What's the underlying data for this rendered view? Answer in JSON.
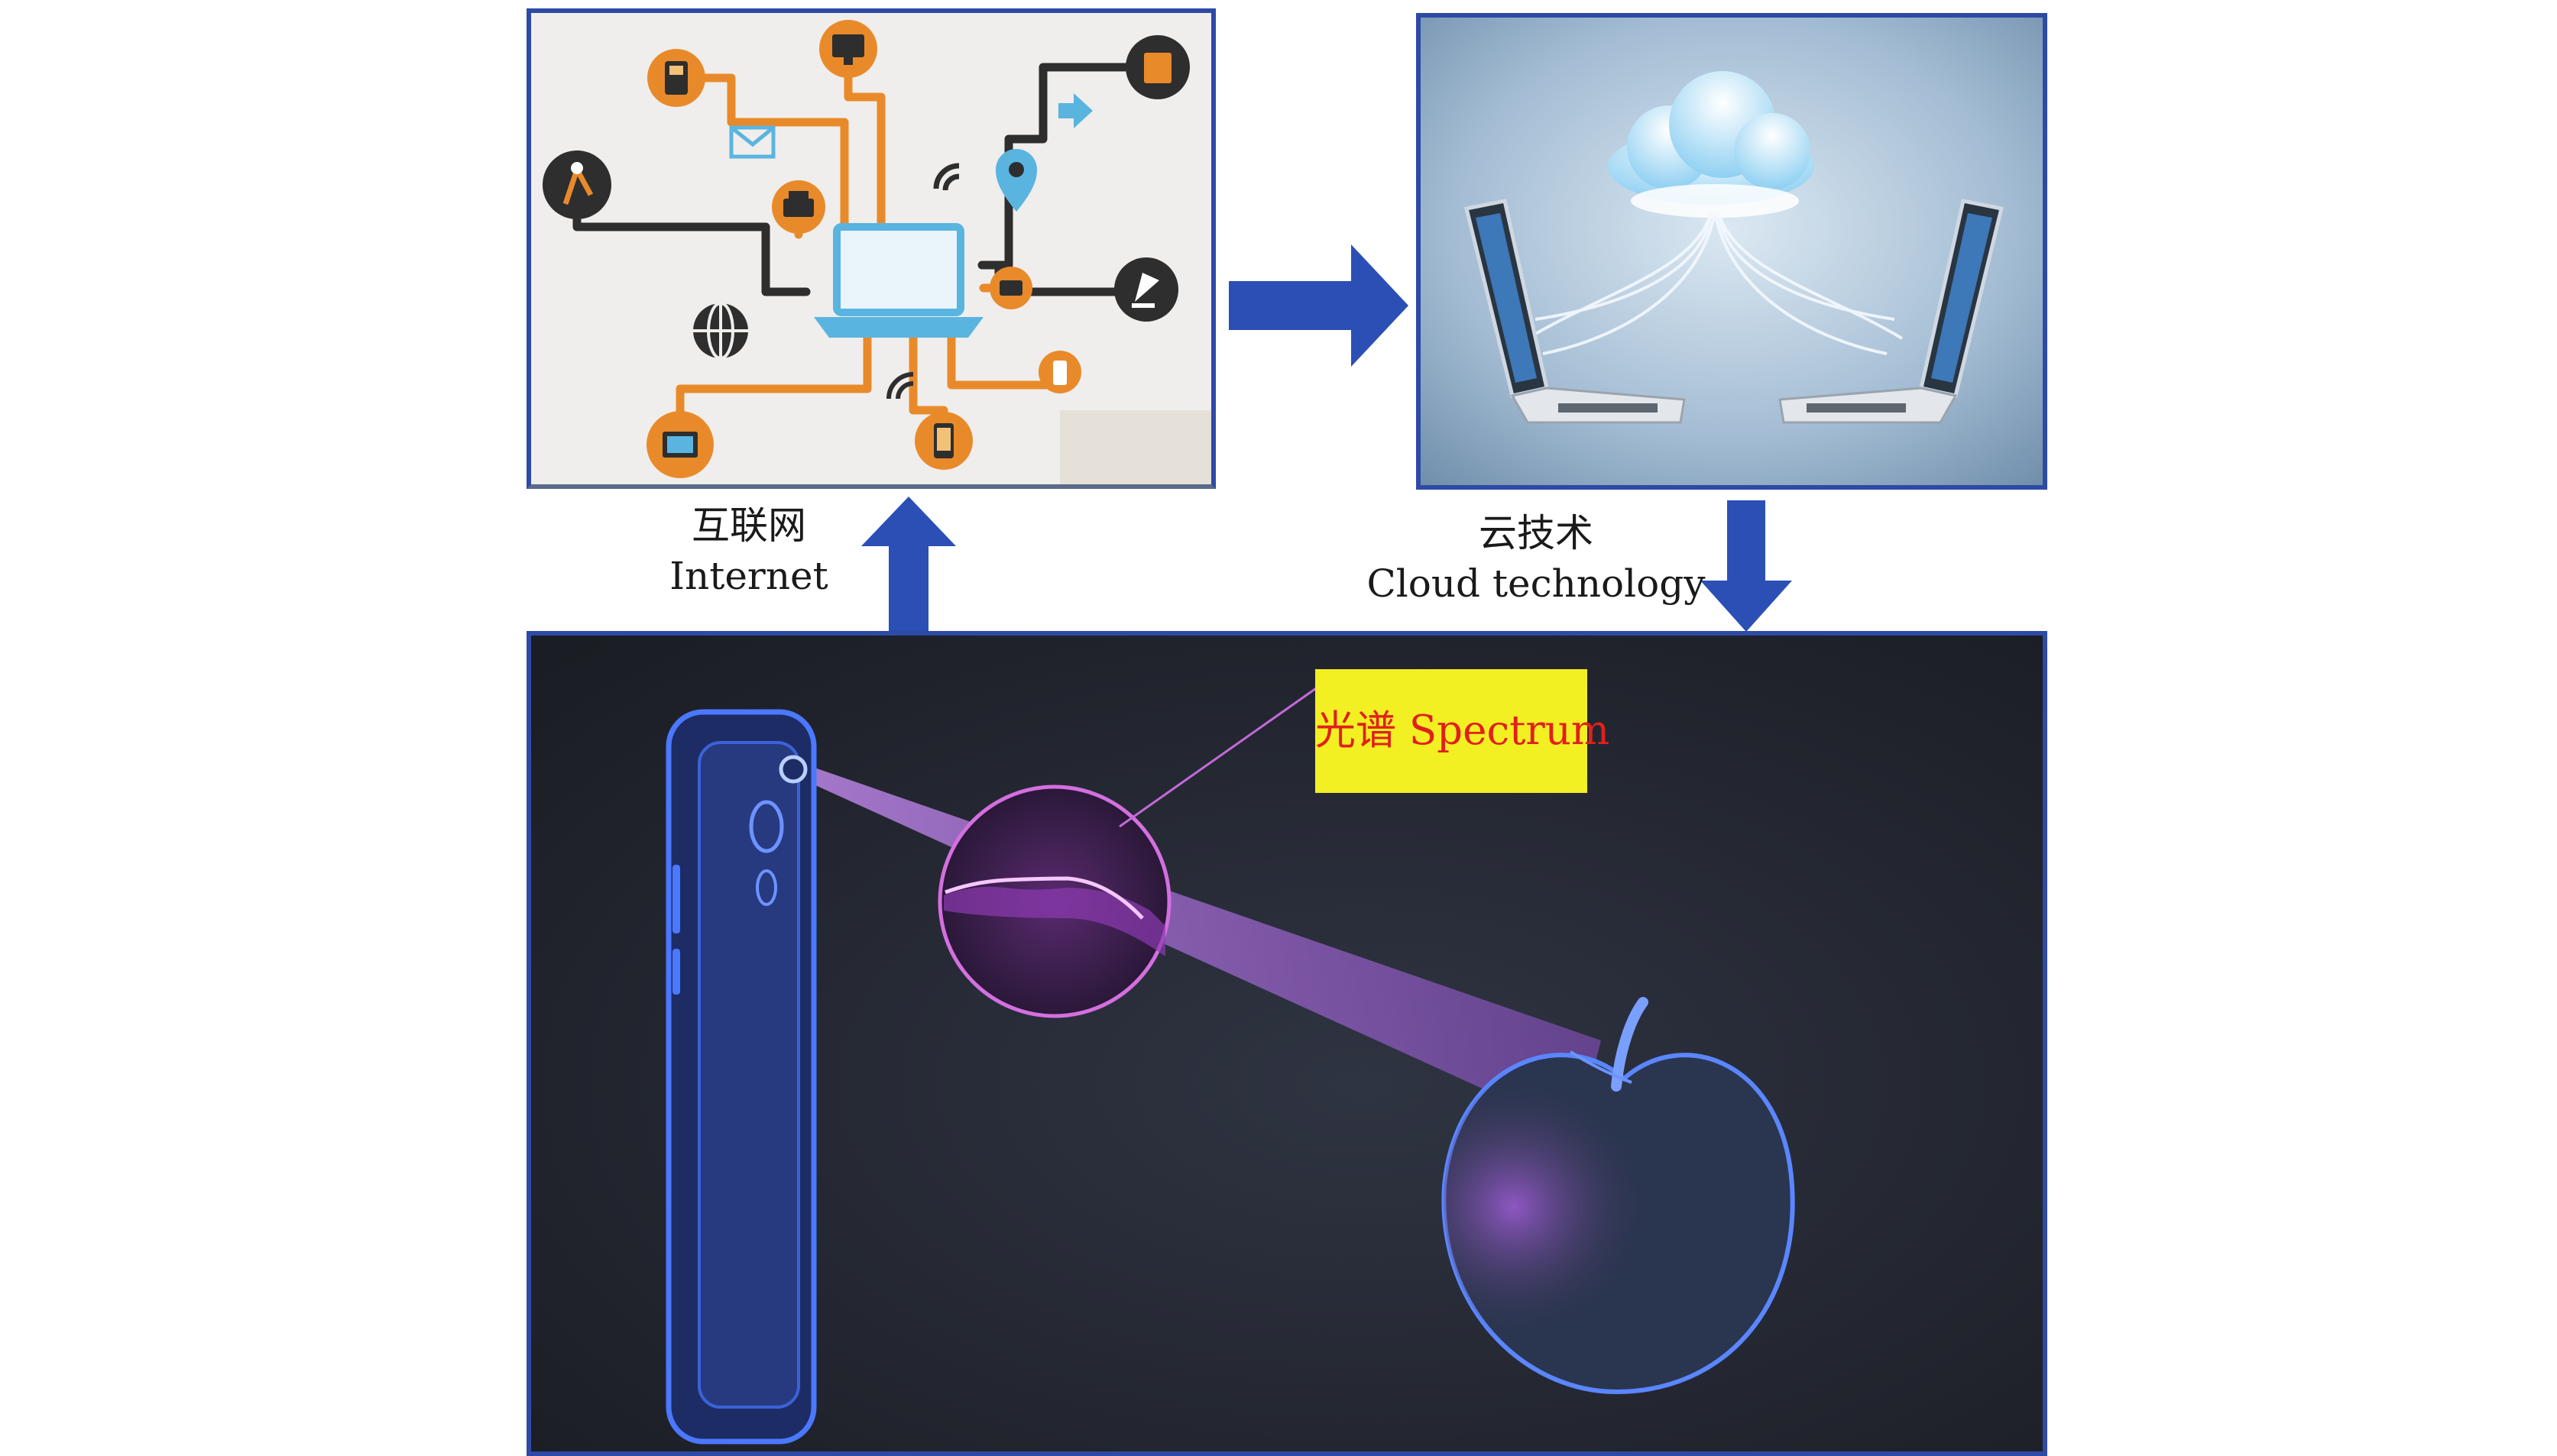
{
  "internet": {
    "zh": "互联网",
    "en": "Internet"
  },
  "cloud": {
    "zh": "云技术",
    "en": "Cloud technology"
  },
  "spectrum": {
    "label": "光谱 Spectrum"
  },
  "colors": {
    "frame": "#2d4aa6",
    "arrow": "#2b4fb5",
    "callout_bg": "#f2ef22",
    "callout_text": "#e0201c",
    "network_orange": "#e98a2a",
    "network_dark": "#2e2e2e",
    "laptop_blue": "#5ab4e0",
    "scan_beam": "#b06ad8",
    "outline_glow": "#4a78ff"
  },
  "icons": [
    "phone-icon",
    "monitor-icon",
    "printer-icon",
    "mail-icon",
    "robot-arm-icon",
    "laptop-icon",
    "wifi-icon",
    "location-pin-icon",
    "arrow-icon",
    "lamp-icon",
    "globe-icon",
    "tv-icon",
    "mobile-icon",
    "device-icon",
    "cloud-icon",
    "smartphone-icon",
    "apple-icon"
  ]
}
